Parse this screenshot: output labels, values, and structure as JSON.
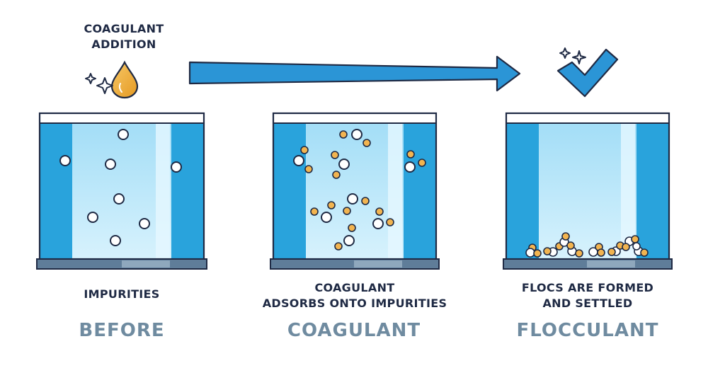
{
  "top": {
    "addition_line1": "COAGULANT",
    "addition_line2": "ADDITION"
  },
  "captions": {
    "tank1": "IMPURITIES",
    "tank2_line1": "COAGULANT",
    "tank2_line2": "ADSORBS ONTO IMPURITIES",
    "tank3_line1": "FLOCS ARE FORMED",
    "tank3_line2": "AND SETTLED"
  },
  "stages": {
    "before": "BEFORE",
    "coagulant": "COAGULANT",
    "flocculant": "FLOCCULANT"
  },
  "colors": {
    "water_dark": "#29a3dc",
    "water_light": "#bfe9fb",
    "outline": "#1f2a44",
    "coagulant": "#f2b450",
    "impurity": "#ffffff",
    "arrow": "#2b95d6",
    "base": "#5f7d99",
    "stage_label": "#6f8ba0"
  }
}
